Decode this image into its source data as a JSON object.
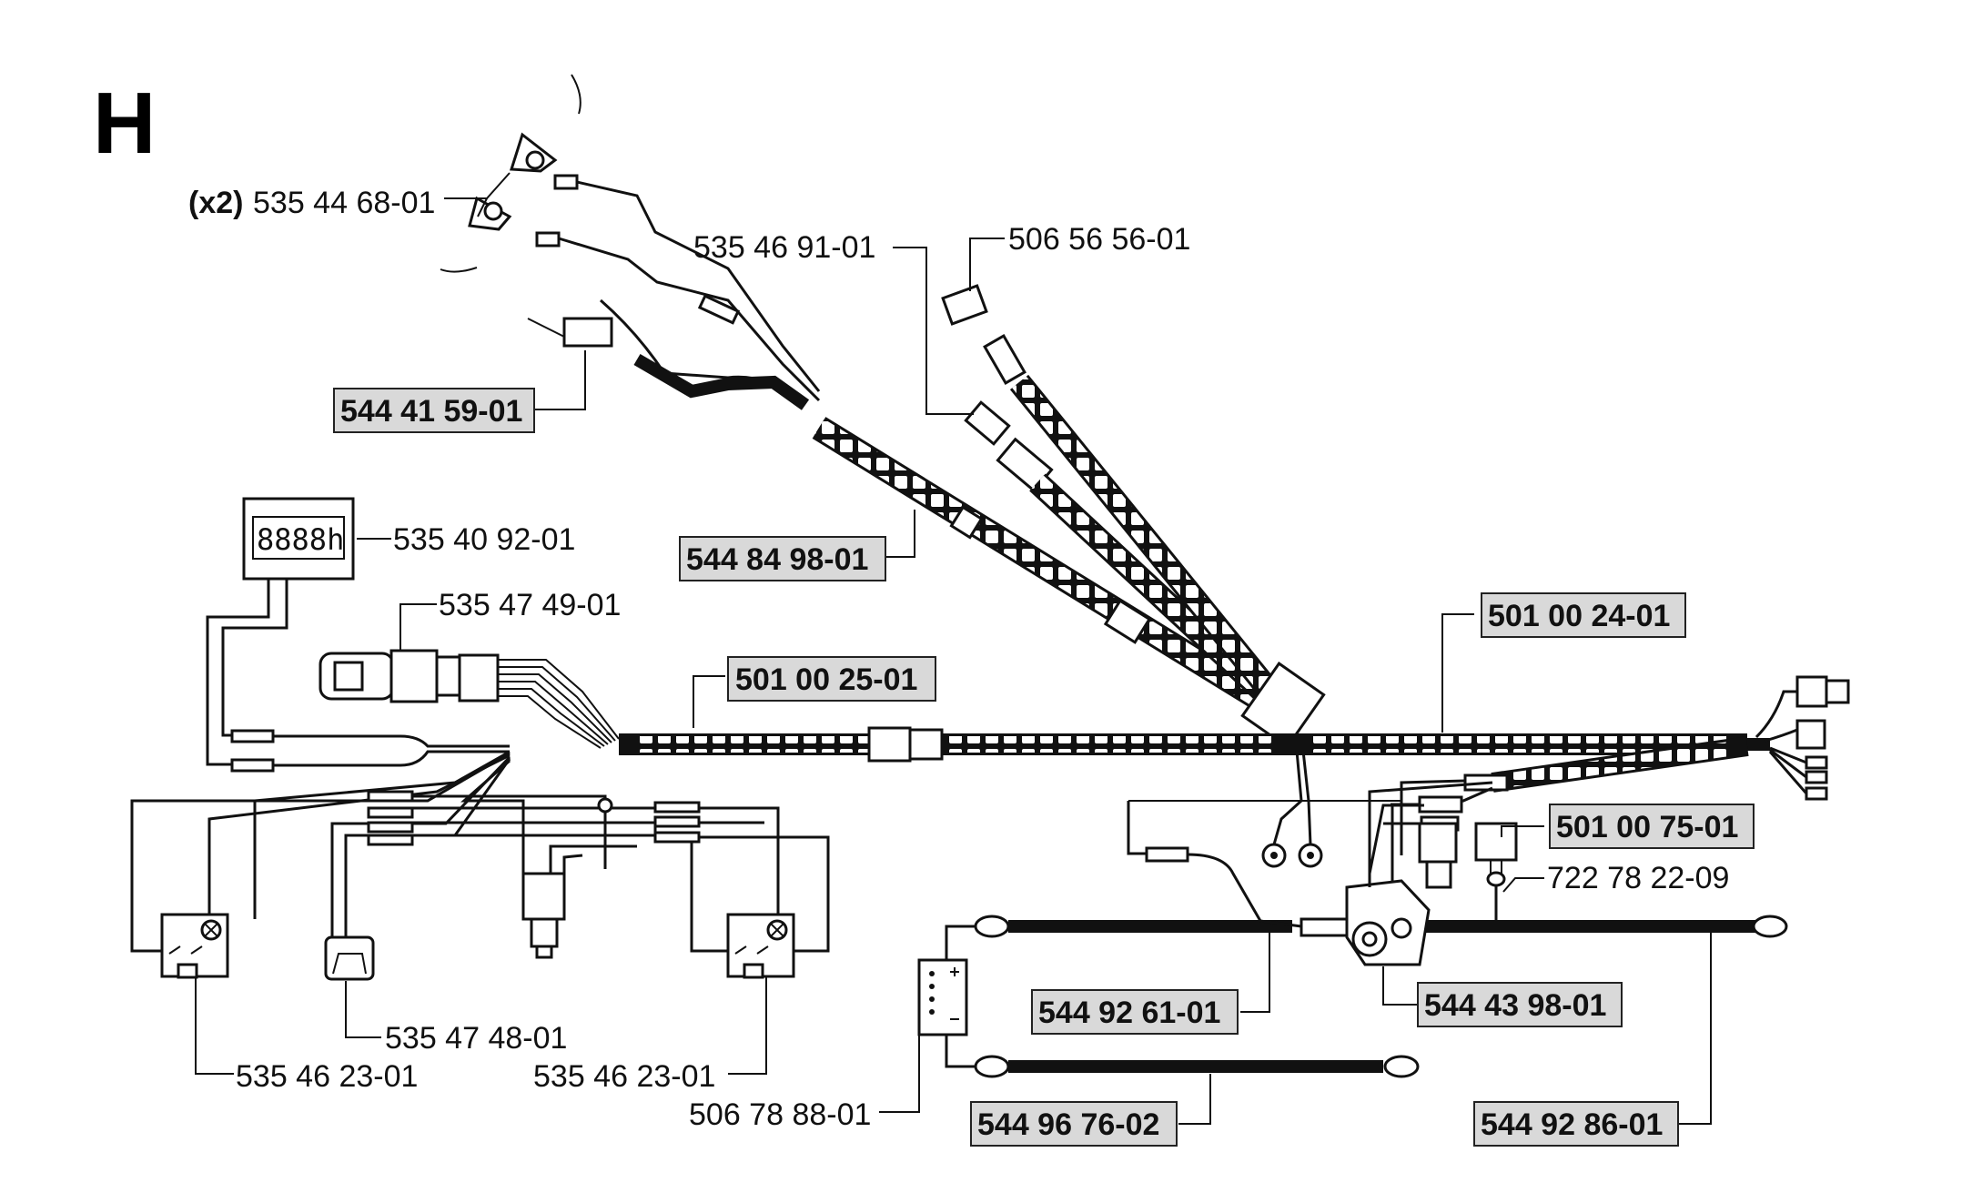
{
  "section_letter": "H",
  "parts": {
    "headlight_qty": "(x2)",
    "headlight": "535 44 68-01",
    "p1": "535 46 91-01",
    "p2": "506 56 56-01",
    "p3": "544 41 59-01",
    "p4": "544 84 98-01",
    "p5": "535 40 92-01",
    "p6": "535 47 49-01",
    "p7": "501 00 25-01",
    "p8": "501 00 24-01",
    "p9": "501 00 75-01",
    "p10": "722 78 22-09",
    "p11": "544 43 98-01",
    "p12": "544 92 61-01",
    "p13": "535 47 48-01",
    "p14": "535 46 23-01",
    "p15": "535 46 23-01",
    "p16": "506 78 88-01",
    "p17": "544 96 76-02",
    "p18": "544 92 86-01"
  },
  "hour_meter_display": "8888h"
}
